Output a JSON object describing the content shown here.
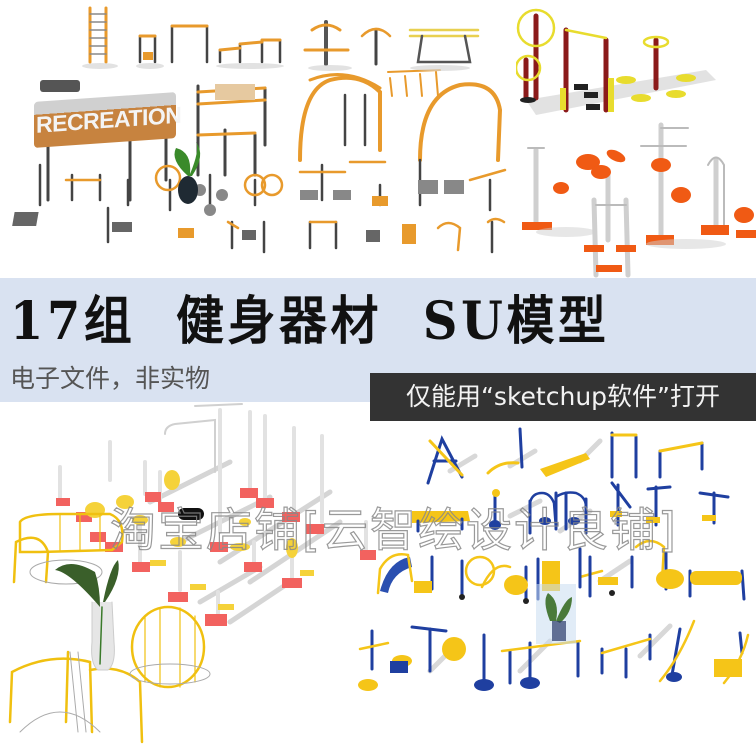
{
  "banner": {
    "headline": "17组  健身器材  SU模型",
    "subline": "电子文件，非实物",
    "notice": "仅能用“sketchup软件”打开",
    "background_color": "#d9e2f1",
    "notice_background": "#333333"
  },
  "watermark": {
    "text": "淘宝店铺[云智绘设计良铺]"
  },
  "panels": [
    {
      "id": "top-left",
      "caption": "orange and grey outdoor fitness equipment set",
      "sign_text": "RECREATION",
      "accent": "#f0a030"
    },
    {
      "id": "top-right",
      "caption": "maroon/yellow and white/orange fitness stations",
      "accent_a": "#8b1a1a",
      "accent_b": "#f05a14"
    },
    {
      "id": "bottom-left",
      "caption": "white/red fitness stations and yellow climbing frames",
      "accent": "#f25c5c"
    },
    {
      "id": "bottom-right",
      "caption": "blue and yellow outdoor fitness equipment",
      "accent_a": "#1f3fa0",
      "accent_b": "#f5c518"
    }
  ]
}
